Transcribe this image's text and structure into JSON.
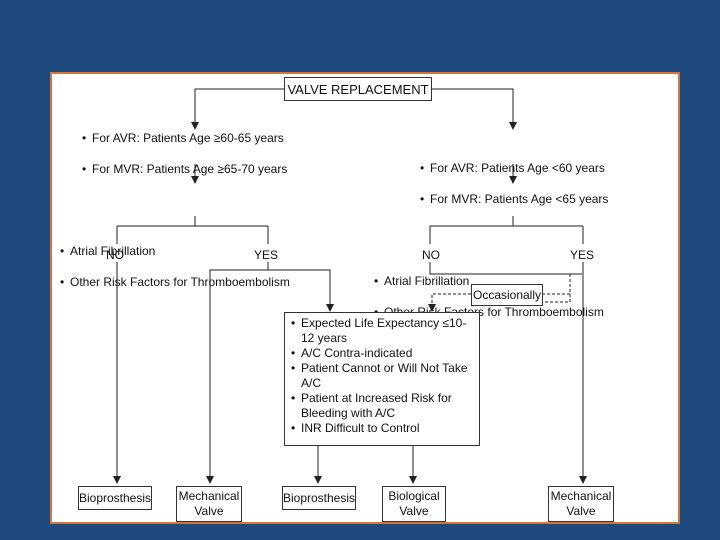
{
  "title": "VALVE REPLACEMENT",
  "left": {
    "criteria": [
      "For AVR: Patients  Age  ≥60-65 years",
      "For MVR: Patients  Age  ≥65-70 years"
    ],
    "risk": [
      "Atrial Fibrillation",
      "Other Risk Factors for Thromboembolism"
    ],
    "no": "NO",
    "yes": "YES"
  },
  "right": {
    "criteria": [
      "For AVR: Patients  Age  <60 years",
      "For MVR: Patients  Age  <65 years"
    ],
    "risk": [
      "Atrial Fibrillation",
      "Other Risk Factors for Thromboembolism"
    ],
    "no": "NO",
    "yes": "YES"
  },
  "occasionally": "Occasionally",
  "center_box": [
    "Expected Life Expectancy ≤10-12 years",
    "A/C Contra-indicated",
    "Patient Cannot or Will Not Take A/C",
    "Patient at Increased Risk for Bleeding with A/C",
    "INR Difficult to Control"
  ],
  "outcomes": {
    "bio1": "Bioprosthesis",
    "mech1": "Mechanical Valve",
    "bio2": "Bioprosthesis",
    "biological": "Biological Valve",
    "mech2": "Mechanical Valve"
  }
}
